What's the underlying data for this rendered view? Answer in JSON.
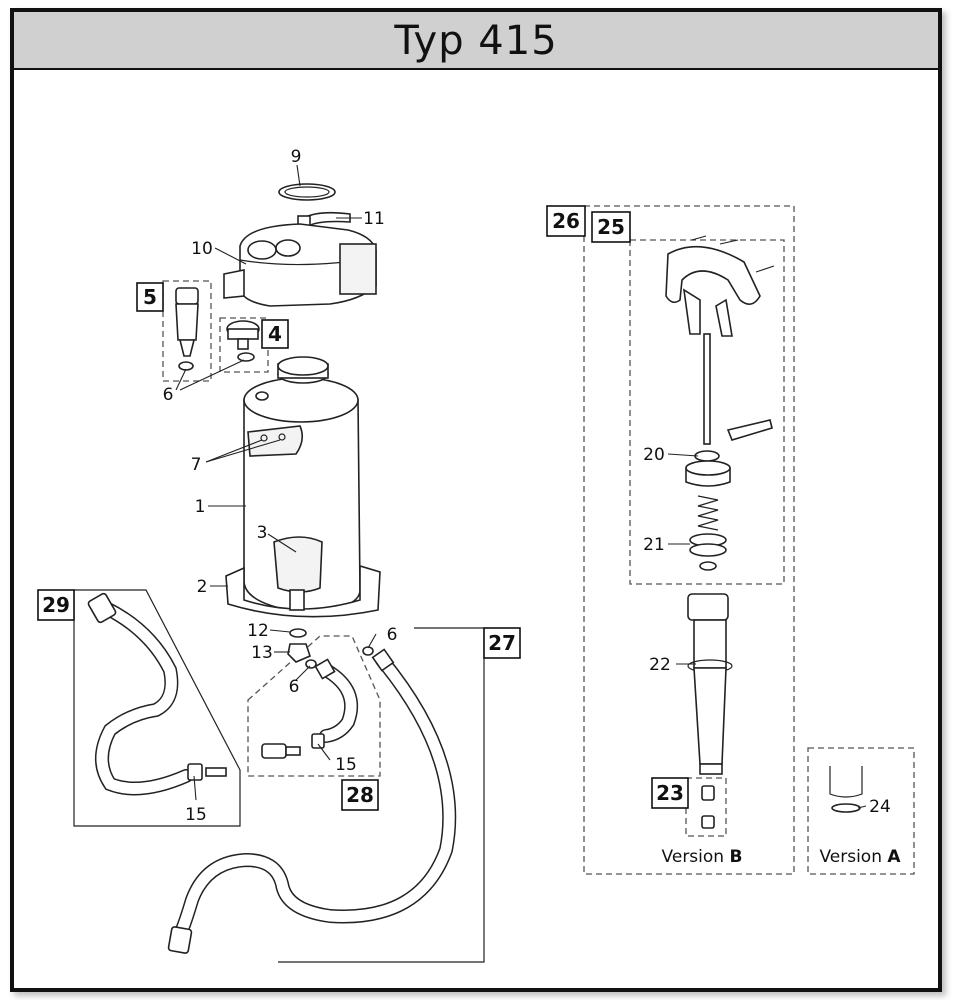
{
  "title": "Typ 415",
  "callouts": {
    "c1": "1",
    "c2": "2",
    "c3": "3",
    "c6a": "6",
    "c6b": "6",
    "c6c": "6",
    "c7": "7",
    "c9": "9",
    "c10": "10",
    "c11": "11",
    "c12": "12",
    "c13": "13",
    "c15a": "15",
    "c15b": "15",
    "c20": "20",
    "c21": "21",
    "c22": "22",
    "c24": "24"
  },
  "boxes": {
    "b4": "4",
    "b5": "5",
    "b23": "23",
    "b25": "25",
    "b26": "26",
    "b27": "27",
    "b28": "28",
    "b29": "29"
  },
  "versions": {
    "b_prefix": "Version ",
    "b_letter": "B",
    "a_prefix": "Version ",
    "a_letter": "A"
  }
}
